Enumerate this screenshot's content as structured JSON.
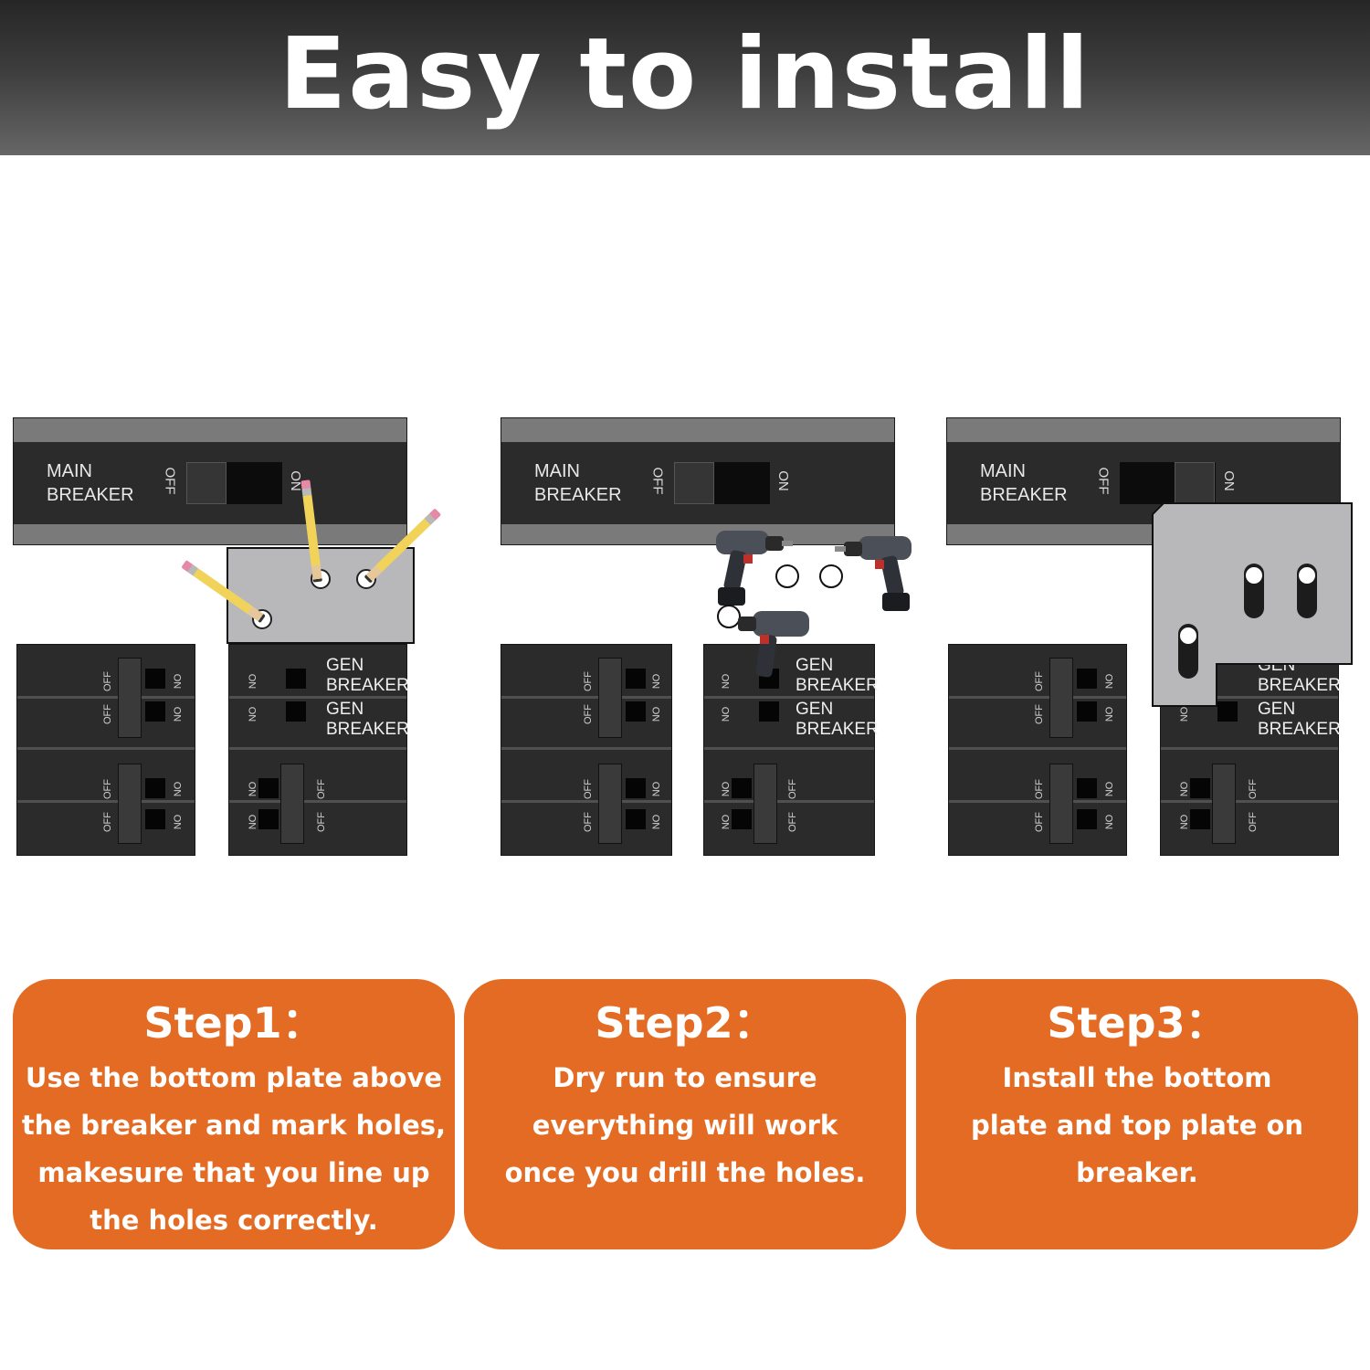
{
  "title": "Easy to install",
  "main_breaker_label": "MAIN\nBREAKER",
  "switch_labels": {
    "off": "OFF",
    "on": "ON"
  },
  "gen_label": "GEN\nBREAKER",
  "steps": [
    {
      "heading": "Step1：",
      "text": "Use the bottom plate above\nthe breaker and mark holes,\nmakesure that you line up\nthe holes correctly."
    },
    {
      "heading": "Step2：",
      "text": "Dry run to ensure\neverything will work\nonce you drill the holes."
    },
    {
      "heading": "Step3：",
      "text": "Install the bottom\nplate and top plate on\nbreaker."
    }
  ],
  "colors": {
    "card": "#e36b24",
    "banner_text": "#ffffff",
    "breaker": "#2b2b2b",
    "plate": "#b8b8bb"
  },
  "icons": [
    "pencil-icon",
    "drill-icon",
    "screw-icon"
  ]
}
